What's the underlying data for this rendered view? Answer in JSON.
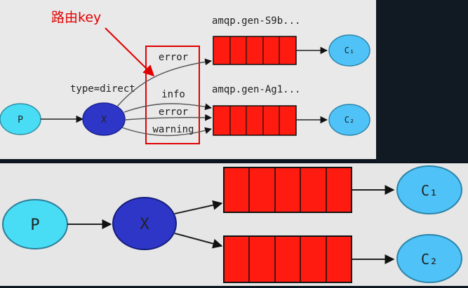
{
  "top_diagram": {
    "annotation": "路由key",
    "exchange_type": "type=direct",
    "producer": "P",
    "exchange": "X",
    "queues": [
      {
        "name": "amqp.gen-S9b..."
      },
      {
        "name": "amqp.gen-Ag1..."
      }
    ],
    "routing_keys": [
      "error",
      "info",
      "error",
      "warning"
    ],
    "consumers": [
      "C₁",
      "C₂"
    ]
  },
  "bottom_diagram": {
    "producer": "P",
    "exchange": "X",
    "consumers": [
      "C₁",
      "C₂"
    ]
  },
  "colors": {
    "producer": "#48ddf4",
    "exchange": "#2e36c8",
    "queue": "#ff1b0f",
    "consumer": "#4fc3f7",
    "annotation": "#e10000"
  }
}
